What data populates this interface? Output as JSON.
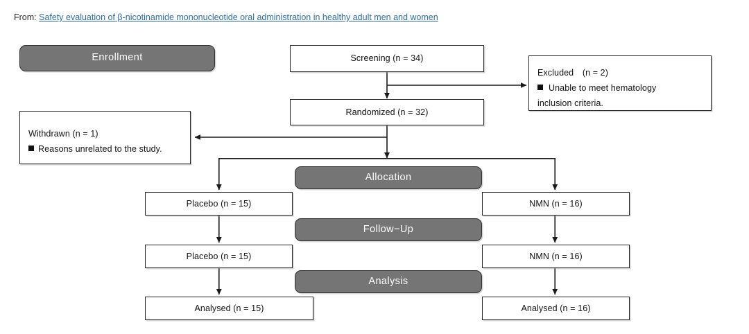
{
  "header": {
    "prefix": "From:",
    "link_text": "Safety evaluation of β-nicotinamide mononucleotide oral administration in healthy adult men and women",
    "link_color": "#2d6ca8"
  },
  "colors": {
    "stage_fill": "#757575",
    "stage_text": "#ffffff",
    "box_border": "#262626",
    "box_fill": "#ffffff",
    "connector": "#1a1a1a"
  },
  "diagram": {
    "type": "consort-flow-diagram",
    "stages": [
      {
        "id": "enrollment",
        "label": "Enrollment"
      },
      {
        "id": "allocation",
        "label": "Allocation"
      },
      {
        "id": "followup",
        "label": "Follow−Up"
      },
      {
        "id": "analysis",
        "label": "Analysis"
      }
    ],
    "nodes": [
      {
        "id": "screening",
        "label": "Screening (n = 34)"
      },
      {
        "id": "randomized",
        "label": "Randomized (n = 32)"
      },
      {
        "id": "placebo_alloc",
        "label": "Placebo (n = 15)"
      },
      {
        "id": "nmn_alloc",
        "label": "NMN (n = 16)"
      },
      {
        "id": "placebo_follow",
        "label": "Placebo (n = 15)"
      },
      {
        "id": "nmn_follow",
        "label": "NMN (n = 16)"
      },
      {
        "id": "placebo_analysed",
        "label": "Analysed (n = 15)"
      },
      {
        "id": "nmn_analysed",
        "label": "Analysed (n = 16)"
      }
    ],
    "notes": [
      {
        "id": "excluded",
        "title": "Excluded (n = 2)",
        "reason_line1": "Unable to meet hematology",
        "reason_line2": "inclusion criteria."
      },
      {
        "id": "withdrawn",
        "title": "Withdrawn (n = 1)",
        "reason_line1": "Reasons unrelated to the study.",
        "reason_line2": ""
      }
    ]
  }
}
